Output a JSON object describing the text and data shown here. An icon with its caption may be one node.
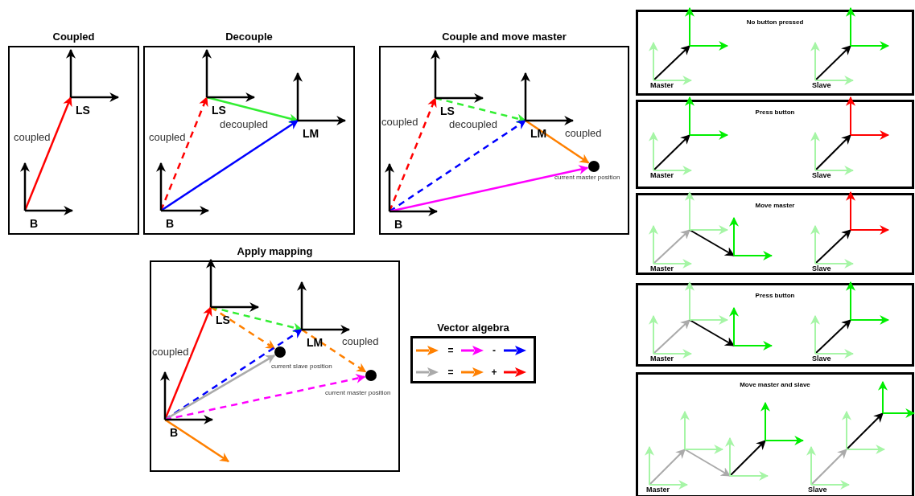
{
  "diagram": {
    "nodes": [
      {
        "text": [
          "Coupled"
        ]
      },
      {
        "text": [
          "B"
        ],
        "in": 0
      },
      {
        "text": [
          "LS"
        ],
        "in": 0
      },
      {
        "text": [
          "Decouple"
        ]
      },
      {
        "text": [
          "B"
        ],
        "in": 3
      },
      {
        "text": [
          "LS"
        ],
        "in": 3
      },
      {
        "text": [
          "LM"
        ],
        "in": 3
      },
      {
        "text": [
          "Couple and move master"
        ]
      },
      {
        "text": [
          "B"
        ],
        "in": 7
      },
      {
        "text": [
          "LS"
        ],
        "in": 7
      },
      {
        "text": [
          "LM"
        ],
        "in": 7
      },
      {
        "text": [],
        "shape": "circle",
        "in": 7,
        "beside": [
          "current master position"
        ]
      },
      {
        "text": [
          "Apply mapping"
        ]
      },
      {
        "text": [
          "B"
        ],
        "in": 12
      },
      {
        "text": [
          "LS"
        ],
        "in": 12
      },
      {
        "text": [
          "LM"
        ],
        "in": 12
      },
      {
        "text": [],
        "shape": "circle",
        "in": 12,
        "beside": [
          "current slave position"
        ]
      },
      {
        "text": [],
        "shape": "circle",
        "in": 12,
        "beside": [
          "current master position"
        ]
      },
      {
        "text": [
          "Vector algebra"
        ]
      },
      {
        "text": [
          "No button pressed"
        ]
      },
      {
        "text": [
          "Master"
        ],
        "in": 19
      },
      {
        "text": [],
        "shape": "axes",
        "in": 19
      },
      {
        "text": [
          "Slave"
        ],
        "in": 19
      },
      {
        "text": [],
        "shape": "axes",
        "in": 19
      },
      {
        "text": [
          "Press button"
        ]
      },
      {
        "text": [
          "Master"
        ],
        "in": 24
      },
      {
        "text": [],
        "shape": "axes",
        "in": 24
      },
      {
        "text": [
          "Slave"
        ],
        "in": 24
      },
      {
        "text": [],
        "shape": "axes",
        "in": 24
      },
      {
        "text": [
          "Move master"
        ]
      },
      {
        "text": [
          "Master"
        ],
        "in": 29
      },
      {
        "text": [],
        "shape": "axes",
        "in": 29
      },
      {
        "text": [],
        "shape": "axes",
        "in": 29
      },
      {
        "text": [
          "Slave"
        ],
        "in": 29
      },
      {
        "text": [],
        "shape": "axes",
        "in": 29
      },
      {
        "text": [
          "Press button"
        ]
      },
      {
        "text": [
          "Master"
        ],
        "in": 35
      },
      {
        "text": [],
        "shape": "axes",
        "in": 35
      },
      {
        "text": [],
        "shape": "axes",
        "in": 35
      },
      {
        "text": [
          "Slave"
        ],
        "in": 35
      },
      {
        "text": [],
        "shape": "axes",
        "in": 35
      },
      {
        "text": [
          "Move master and slave"
        ]
      },
      {
        "text": [
          "Master"
        ],
        "in": 41
      },
      {
        "text": [],
        "shape": "axes",
        "in": 41
      },
      {
        "text": [],
        "shape": "axes",
        "in": 41
      },
      {
        "text": [],
        "shape": "axes",
        "in": 41
      },
      {
        "text": [
          "Slave"
        ],
        "in": 41
      },
      {
        "text": [],
        "shape": "axes",
        "in": 41
      },
      {
        "text": [],
        "shape": "axes",
        "in": 41
      }
    ],
    "edges": [
      {
        "from": 1,
        "to": 2,
        "arrow": "to",
        "label": "coupled",
        "color": "#ff0000"
      },
      {
        "from": 4,
        "to": 5,
        "arrow": "to",
        "label": "coupled",
        "style": "dashed",
        "color": "#ff0000"
      },
      {
        "from": 5,
        "to": 6,
        "arrow": "to",
        "label": "decoupled",
        "color": "#33ee33"
      },
      {
        "from": 4,
        "to": 6,
        "arrow": "to",
        "color": "#0000ff"
      },
      {
        "from": 8,
        "to": 9,
        "arrow": "to",
        "label": "coupled",
        "style": "dashed",
        "color": "#ff0000"
      },
      {
        "from": 9,
        "to": 10,
        "arrow": "to",
        "label": "decoupled",
        "style": "dashed",
        "color": "#33ee33"
      },
      {
        "from": 8,
        "to": 10,
        "arrow": "to",
        "style": "dashed",
        "color": "#0000ff"
      },
      {
        "from": 10,
        "to": 11,
        "arrow": "to",
        "label": "coupled",
        "color": "#ff8000"
      },
      {
        "from": 8,
        "to": 11,
        "arrow": "to",
        "color": "#ff00ff"
      },
      {
        "from": 13,
        "to": 14,
        "arrow": "to",
        "label": "coupled",
        "color": "#ff0000"
      },
      {
        "from": 14,
        "to": 15,
        "arrow": "to",
        "style": "dashed",
        "color": "#33ee33"
      },
      {
        "from": 14,
        "to": 16,
        "arrow": "to",
        "style": "dashed",
        "color": "#ff8000"
      },
      {
        "from": 13,
        "to": 15,
        "arrow": "to",
        "style": "dashed",
        "color": "#0000ff"
      },
      {
        "from": 13,
        "to": 16,
        "arrow": "to",
        "color": "#aaaaaa"
      },
      {
        "from": 15,
        "to": 17,
        "arrow": "to",
        "label": "coupled",
        "style": "dashed",
        "color": "#ff8000"
      },
      {
        "from": 13,
        "to": 17,
        "arrow": "to",
        "style": "dashed",
        "color": "#ff00ff"
      },
      {
        "from": 13,
        "to": null,
        "arrow": "to",
        "color": "#ff8000"
      },
      {
        "from": 20,
        "to": 21,
        "arrow": "to"
      },
      {
        "from": 22,
        "to": 23,
        "arrow": "to"
      },
      {
        "from": 25,
        "to": 26,
        "arrow": "to"
      },
      {
        "from": 27,
        "to": 28,
        "arrow": "to"
      },
      {
        "from": 30,
        "to": 31,
        "arrow": "to",
        "color": "#aaaaaa"
      },
      {
        "from": 31,
        "to": 32,
        "arrow": "to"
      },
      {
        "from": 33,
        "to": 34,
        "arrow": "to"
      },
      {
        "from": 36,
        "to": 37,
        "arrow": "to",
        "color": "#aaaaaa"
      },
      {
        "from": 37,
        "to": 38,
        "arrow": "to"
      },
      {
        "from": 39,
        "to": 40,
        "arrow": "to"
      },
      {
        "from": 42,
        "to": 43,
        "arrow": "to",
        "color": "#aaaaaa"
      },
      {
        "from": 43,
        "to": 44,
        "arrow": "to",
        "color": "#aaaaaa"
      },
      {
        "from": 44,
        "to": 45,
        "arrow": "to"
      },
      {
        "from": 46,
        "to": 47,
        "arrow": "to",
        "color": "#aaaaaa"
      },
      {
        "from": 47,
        "to": 48,
        "arrow": "to"
      }
    ],
    "labels": [
      "=",
      "-",
      "=",
      "+"
    ]
  }
}
